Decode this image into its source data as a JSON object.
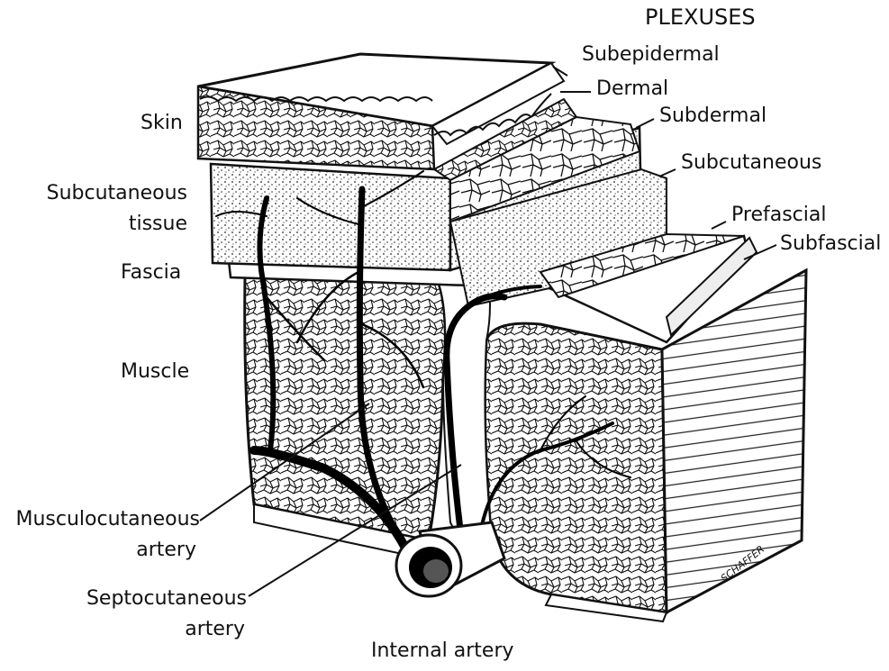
{
  "heading": "PLEXUSES",
  "plexuses": [
    "Subepidermal",
    "Dermal",
    "Subdermal",
    "Subcutaneous",
    "Prefascial",
    "Subfascial"
  ],
  "layers": [
    "Skin",
    "Subcutaneous tissue",
    "Fascia",
    "Muscle"
  ],
  "layer_lines": {
    "subcut_1": "Subcutaneous",
    "subcut_2": "tissue"
  },
  "arteries": {
    "musculo_1": "Musculocutaneous",
    "musculo_2": "artery",
    "septo_1": "Septocutaneous",
    "septo_2": "artery",
    "internal": "Internal artery"
  },
  "signature": "SCHAFFER"
}
